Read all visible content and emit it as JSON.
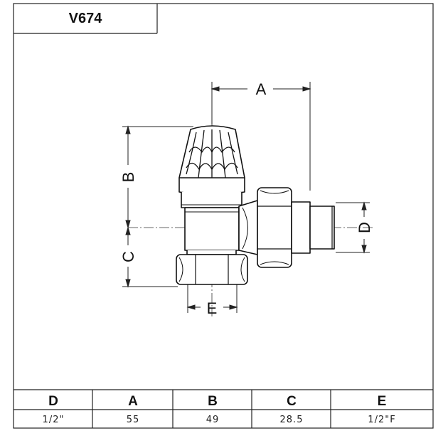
{
  "title": "V674",
  "dimension_labels": {
    "a": "A",
    "b": "B",
    "c": "C",
    "d": "D",
    "e": "E"
  },
  "table": {
    "headers": [
      "D",
      "A",
      "B",
      "C",
      "E"
    ],
    "values": [
      "1/2\"",
      "55",
      "49",
      "28.5",
      "1/2\"F"
    ]
  }
}
